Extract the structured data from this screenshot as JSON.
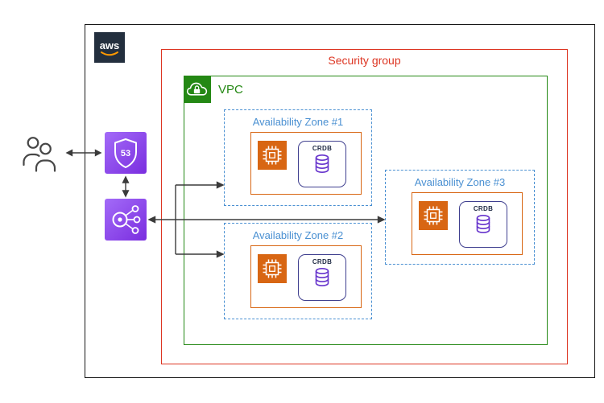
{
  "logo": {
    "text": "aws"
  },
  "security_group": {
    "label": "Security group"
  },
  "vpc": {
    "label": "VPC"
  },
  "zones": [
    {
      "label": "Availability Zone #1"
    },
    {
      "label": "Availability Zone #2"
    },
    {
      "label": "Availability Zone #3"
    }
  ],
  "crdb": {
    "label": "CRDB"
  },
  "route53": {
    "number": "53"
  },
  "colors": {
    "outer_border": "#161616",
    "security_group_red": "#DD3522",
    "vpc_green": "#248814",
    "az_blue": "#4A90D2",
    "compute_orange": "#D86613",
    "network_purple": "#8C4FFF",
    "database_purple": "#6633CC",
    "arrow_gray": "#3B3B3B",
    "aws_smile_orange": "#FF9900"
  }
}
